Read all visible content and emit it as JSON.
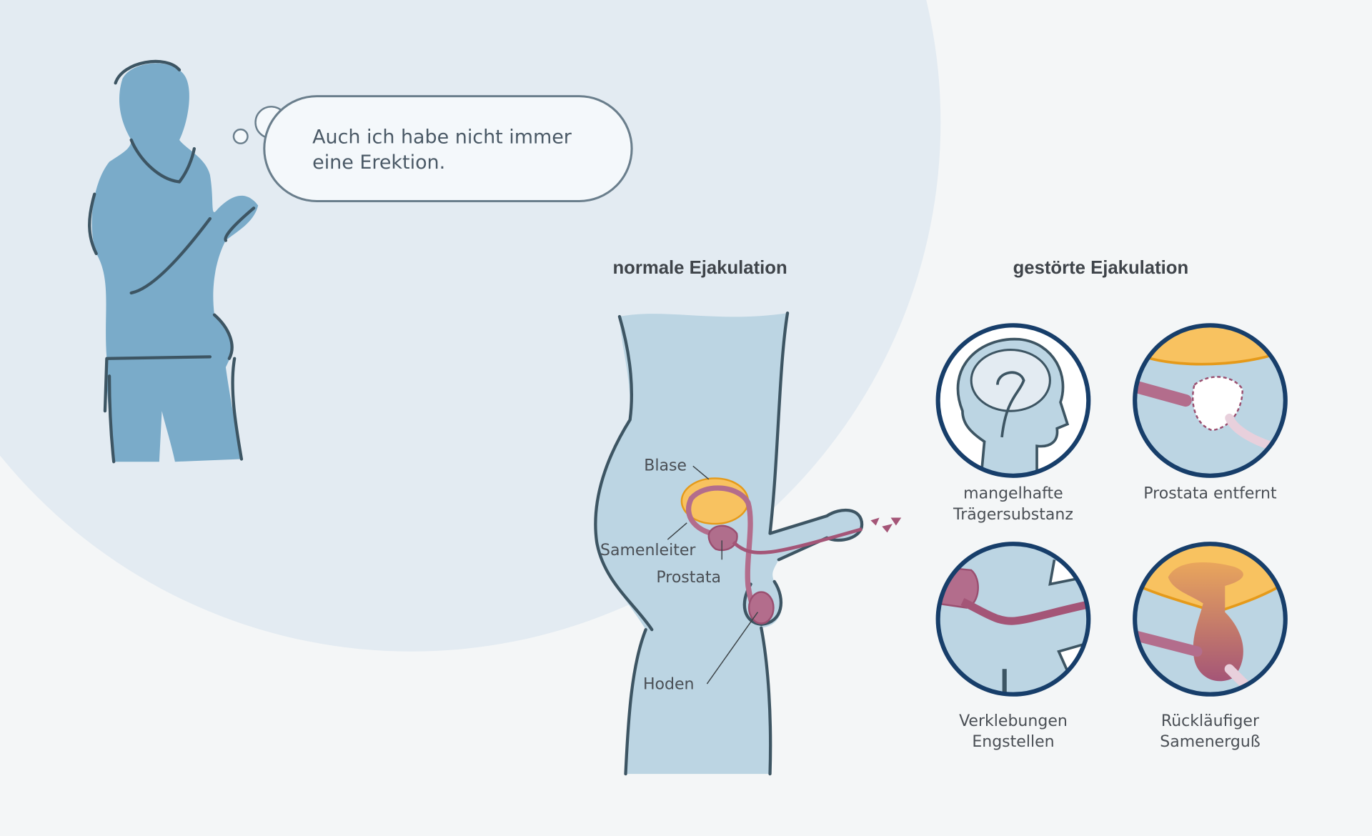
{
  "speech_bubble": {
    "line1": "Auch ich habe nicht immer",
    "line2": "eine Erektion."
  },
  "normal": {
    "title": "normale Ejakulation",
    "labels": {
      "bladder": "Blase",
      "vas_deferens": "Samenleiter",
      "prostate": "Prostata",
      "testes": "Hoden"
    }
  },
  "disturbed": {
    "title": "gestörte Ejakulation",
    "items": [
      {
        "icon": "brain-icon",
        "line1": "mangelhafte",
        "line2": "Trägersubstanz"
      },
      {
        "icon": "removed-prostate-icon",
        "line1": "Prostata entfernt",
        "line2": ""
      },
      {
        "icon": "narrowed-duct-icon",
        "line1": "Verklebungen",
        "line2": "Engstellen"
      },
      {
        "icon": "retrograde-icon",
        "line1": "Rückläufiger",
        "line2": "Samenerguß"
      }
    ]
  },
  "colors": {
    "figure": "#7aabc9",
    "body": "#bcd5e3",
    "bladder": "#f8c260",
    "duct": "#a45577",
    "ring": "#173e6a",
    "backdrop": "#e3ebf2"
  }
}
